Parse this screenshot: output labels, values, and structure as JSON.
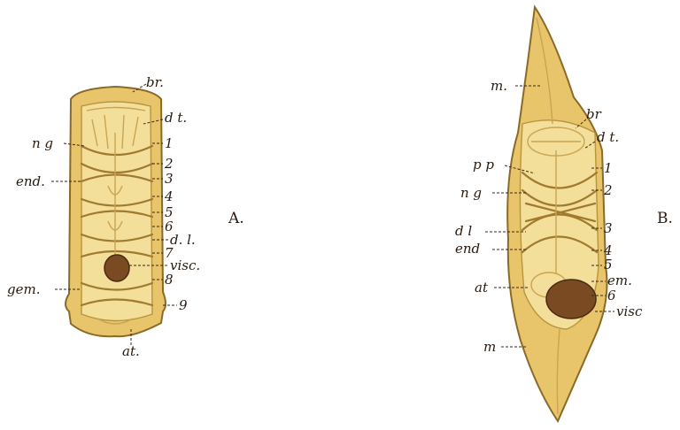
{
  "figure_a": {
    "panel_label": "A.",
    "labels": {
      "br": "br.",
      "dt": "d t.",
      "ng": "n g",
      "end": "end.",
      "gem": "gem.",
      "dl": "d. l.",
      "visc": "visc.",
      "at": "at.",
      "n1": "1",
      "n2": "2",
      "n3": "3",
      "n4": "4",
      "n5": "5",
      "n6": "6",
      "n7": "7",
      "n8": "8",
      "n9": "9"
    }
  },
  "figure_b": {
    "panel_label": "B.",
    "labels": {
      "m_top": "m.",
      "br": "br",
      "dt": "d t.",
      "pp": "p p",
      "ng": "n g",
      "dl": "d l",
      "end": "end",
      "at": "at",
      "em": "em.",
      "visc": "visc",
      "m_bottom": "m",
      "n1": "1",
      "n2": "2",
      "n3": "3",
      "n4": "4",
      "n5": "5",
      "n6": "6"
    }
  },
  "colors": {
    "body": "#e8c46a",
    "outline": "#8a6a28",
    "viscus": "#7a4a22",
    "ink": "#2a1a0e"
  }
}
